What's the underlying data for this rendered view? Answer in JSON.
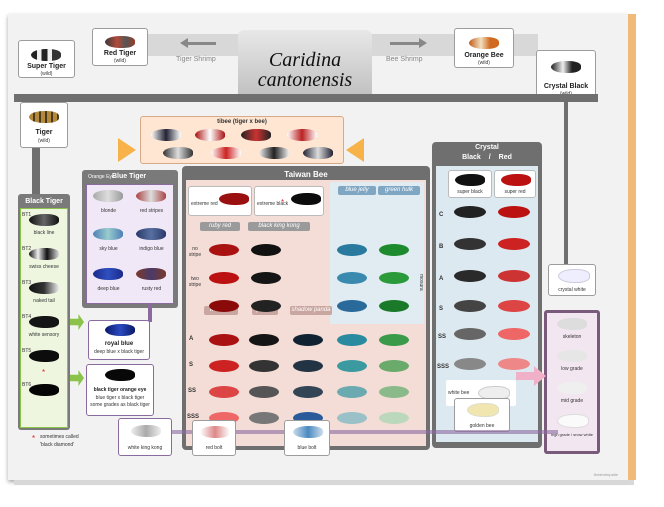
{
  "title": {
    "line1": "Caridina",
    "line2": "cantonensis"
  },
  "arrows": {
    "left_label": "Tiger Shrimp",
    "right_label": "Bee Shrimp"
  },
  "top_boxes": {
    "super_tiger": {
      "label": "Super Tiger",
      "sub": "(wild)"
    },
    "red_tiger": {
      "label": "Red Tiger",
      "sub": "(wild)"
    },
    "orange_bee": {
      "label": "Orange Bee",
      "sub": "(wild)"
    },
    "crystal_black": {
      "label": "Crystal Black",
      "sub": "(wild)"
    },
    "tiger": {
      "label": "Tiger",
      "sub": "(wild)"
    }
  },
  "tibee": {
    "label": "tibee (tiger x bee)"
  },
  "headers": {
    "black_tiger": "Black Tiger",
    "blue_tiger_prefix": "Orange Eye",
    "blue_tiger": "Blue Tiger",
    "taiwan_bee": "Taiwan Bee",
    "crystal": "Crystal",
    "crystal_black": "Black",
    "crystal_slash": "/",
    "crystal_red": "Red"
  },
  "black_tiger_grades": [
    "BT1",
    "BT2",
    "BT3",
    "BT4",
    "BT5",
    "BT6"
  ],
  "black_tiger_names": [
    "black line",
    "swiss cheese",
    "naked tail",
    "white sensory",
    "",
    ""
  ],
  "blue_tiger_names": [
    "blonde",
    "red stripes",
    "sky blue",
    "indigo blue",
    "deep blue",
    "rusty red"
  ],
  "royal_blue": {
    "label": "royal blue",
    "sub": "deep blue x black tiger"
  },
  "black_tiger_oe": {
    "label": "black tiger orange eye",
    "sub1": "blue tiger x black tiger",
    "sub2": "some grades as black tiger"
  },
  "sometimes": {
    "star": "*",
    "line1": "sometimes called",
    "line2": "'black diamond'"
  },
  "taiwan": {
    "extreme_red": "extreme red",
    "extreme_black": "extreme black",
    "star": "*",
    "blue_jelly": "blue jelly",
    "green_hulk": "green hulk",
    "ruby_red": "ruby red",
    "black_king_kong": "black king kong",
    "wine_red": "wine red",
    "panda": "panda",
    "shadow_panda": "shadow panda",
    "no_stripe": "no stripe",
    "two_stripe": "two stripe",
    "grades": [
      "A",
      "S",
      "SS",
      "SSS"
    ]
  },
  "crystal": {
    "super_black": "super black",
    "super_red": "super red",
    "grades": [
      "C",
      "B",
      "A",
      "S",
      "SS",
      "SSS"
    ],
    "side_label": "mosura",
    "white_bee": "white bee"
  },
  "crystal_white": "crystal white",
  "snow_white": [
    "skeleton",
    "low grade",
    "mid grade",
    "high grade / snow white"
  ],
  "bottom": {
    "white_king_kong": "white king kong",
    "red_bolt": "red bolt",
    "blue_bolt": "blue bolt",
    "golden_bee": "golden bee"
  },
  "credit": "theshrimpsite",
  "colors": {
    "board": "#f2f2f2",
    "dark_grey": "#6f6f6f",
    "header_grey": "#7a7a7a",
    "taiwan_bg": "#f3ddd6",
    "crystal_bg": "#dde9f0",
    "orange_box": "#ffe0c8",
    "purple": "#8b6aa0",
    "green": "#8bc34a",
    "arrow_orange": "#f7b24a",
    "wood_edge": "#f1ba7a"
  }
}
